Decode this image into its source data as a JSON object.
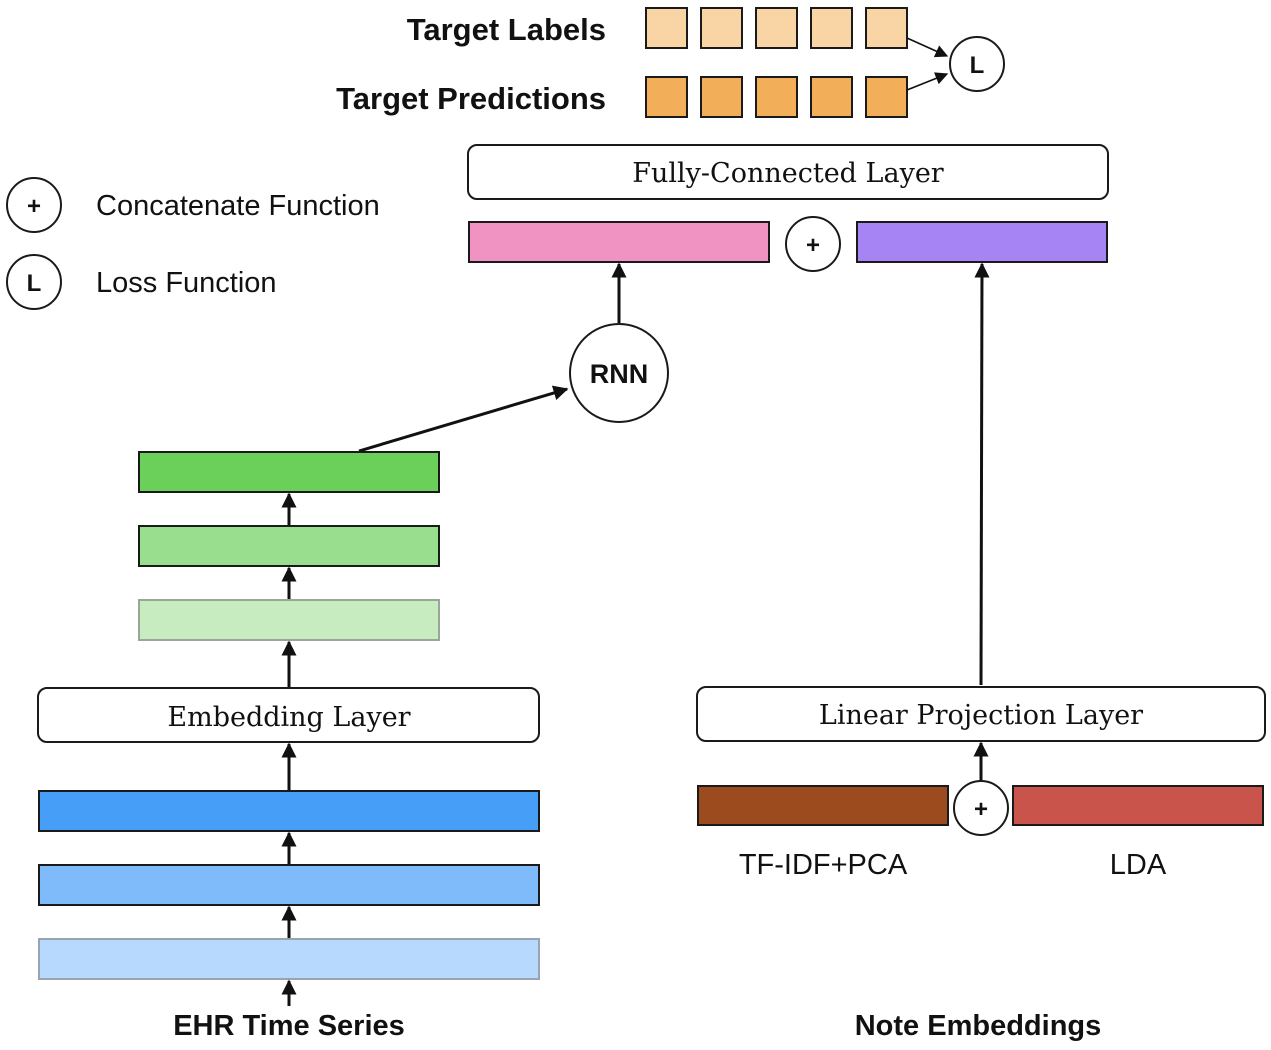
{
  "legend": {
    "concat_symbol": "+",
    "concat_label": "Concatenate Function",
    "loss_symbol": "L",
    "loss_label": "Loss Function"
  },
  "targets": {
    "labels_title": "Target Labels",
    "predictions_title": "Target Predictions",
    "loss_symbol": "L",
    "label_color": "#f9d4a5",
    "prediction_color": "#f2ae58"
  },
  "top": {
    "fc_layer": "Fully-Connected Layer",
    "concat_symbol": "+",
    "rnn_output_color": "#f092c2",
    "notes_output_color": "#a784f4"
  },
  "left": {
    "rnn_label": "RNN",
    "embedding_layer": "Embedding Layer",
    "title": "EHR Time Series",
    "green_colors": [
      "#6bd05a",
      "#98de8e",
      "#c6ecc0"
    ],
    "blue_colors": [
      "#469ef7",
      "#7fbbfb",
      "#b7d9fd"
    ]
  },
  "right": {
    "projection_layer": "Linear Projection Layer",
    "concat_symbol": "+",
    "tfidf_label": "TF-IDF+PCA",
    "lda_label": "LDA",
    "title": "Note Embeddings",
    "tfidf_color": "#9c4b1e",
    "lda_color": "#c9544c"
  }
}
